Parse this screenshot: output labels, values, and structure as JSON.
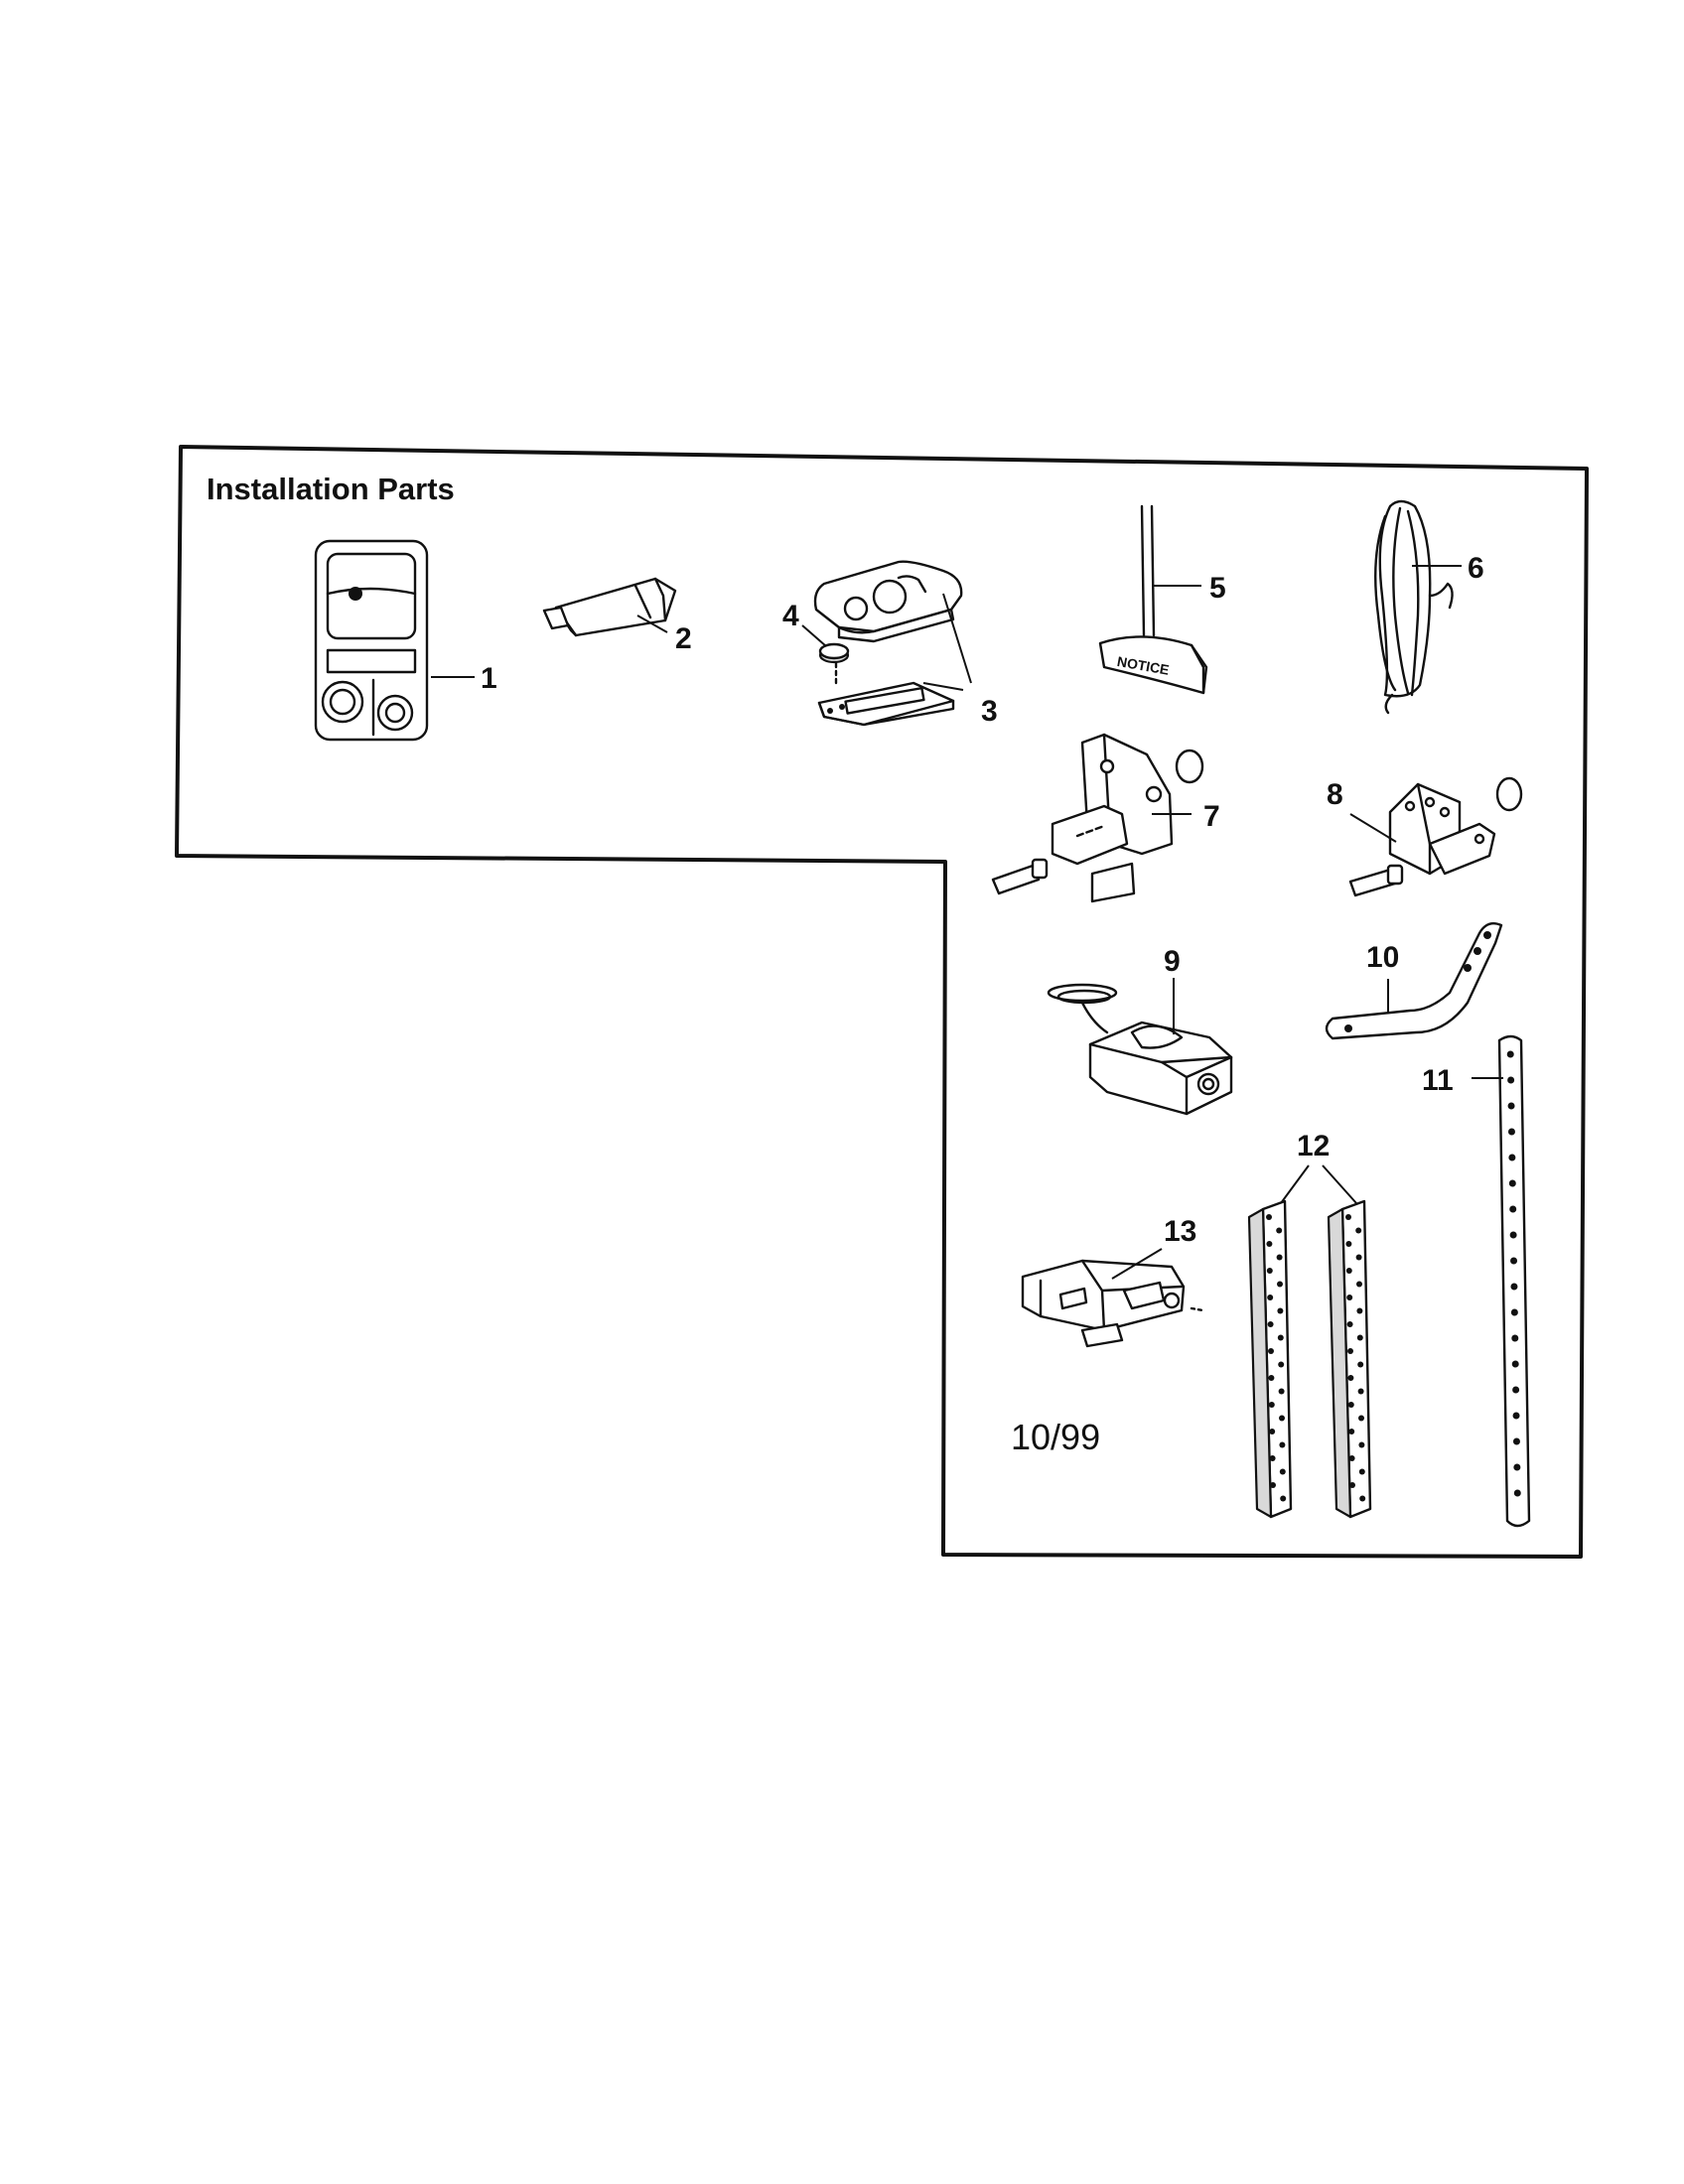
{
  "title": "Installation Parts",
  "date_code": "10/99",
  "callouts": [
    "1",
    "2",
    "3",
    "4",
    "5",
    "6",
    "7",
    "8",
    "9",
    "10",
    "11",
    "12",
    "13"
  ],
  "part_icons": [
    "wall-control-icon",
    "tool-icon",
    "remote-transmitter-icon",
    "battery-icon",
    "notice-tag-icon",
    "bell-wire-icon",
    "header-bracket-icon",
    "door-bracket-icon",
    "safety-sensor-icon",
    "curved-arm-icon",
    "straight-arm-icon",
    "hanging-bracket-icon",
    "sensor-bracket-icon"
  ],
  "notice_text": "NOTICE"
}
